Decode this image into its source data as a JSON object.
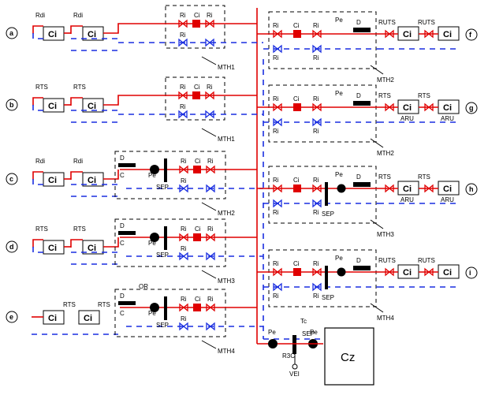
{
  "circuits_left": [
    "a",
    "b",
    "c",
    "d",
    "e"
  ],
  "circuits_right": [
    "f",
    "g",
    "h",
    "i"
  ],
  "ci_label": "Ci",
  "cz_label": "Cz",
  "valves": {
    "rdi": "Rdi",
    "rts": "RTS",
    "ruts": "RUTS",
    "ri": "Ri",
    "ci": "Ci",
    "pe": "Pe",
    "d": "D",
    "c": "C",
    "aru": "ARU",
    "sep": "SEP",
    "or": "OR",
    "tc": "Tc",
    "r3c": "R3C",
    "vei": "VEI"
  },
  "node_labels_left": [
    "MTH1",
    "MTH1",
    "MTH2",
    "MTH3",
    "MTH4"
  ],
  "node_labels_right": [
    "MTH2",
    "MTH2",
    "MTH3",
    "MTH4"
  ],
  "colors": {
    "supply": "#e00000",
    "return": "#1a2ee0",
    "frame": "#000000"
  }
}
